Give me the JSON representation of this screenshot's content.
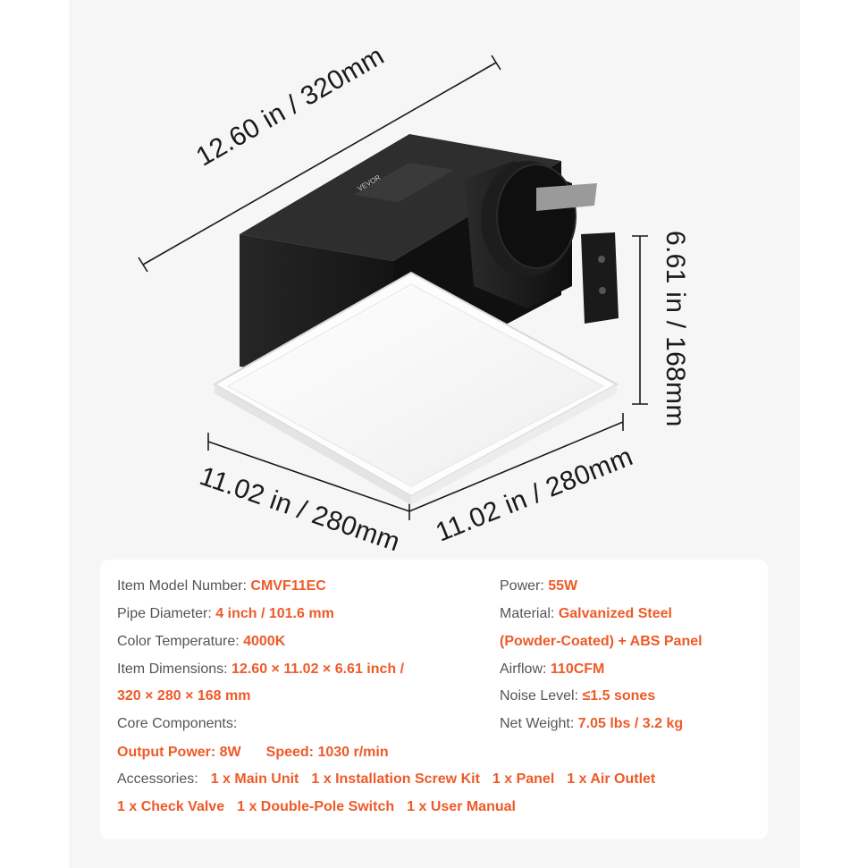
{
  "dimensions": {
    "length": "12.60 in / 320mm",
    "height": "6.61 in / 168mm",
    "width_left": "11.02 in / 280mm",
    "width_right": "11.02 in / 280mm"
  },
  "specs": {
    "model_label": "Item Model Number:",
    "model_value": "CMVF11EC",
    "pipe_label": "Pipe Diameter:",
    "pipe_value": "4 inch / 101.6 mm",
    "color_temp_label": "Color Temperature:",
    "color_temp_value": "4000K",
    "dimensions_label": "Item Dimensions:",
    "dimensions_value_1": "12.60 × 11.02 × 6.61 inch /",
    "dimensions_value_2": "320 × 280 × 168 mm",
    "core_label": "Core Components:",
    "output_power": "Output Power: 8W",
    "speed": "Speed: 1030 r/min",
    "accessories_label": "Accessories:",
    "accessories": [
      "1 x Main Unit",
      "1 x Installation Screw Kit",
      "1 x Panel",
      "1 x Air Outlet",
      "1 x Check Valve",
      "1 x Double-Pole Switch",
      "1 x User Manual"
    ],
    "power_label": "Power:",
    "power_value": "55W",
    "material_label": "Material:",
    "material_value_1": "Galvanized Steel",
    "material_value_2": "(Powder-Coated) + ABS Panel",
    "airflow_label": "Airflow:",
    "airflow_value": "110CFM",
    "noise_label": "Noise Level:",
    "noise_value": "≤1.5 sones",
    "weight_label": "Net Weight:",
    "weight_value": "7.05 lbs / 3.2 kg"
  },
  "colors": {
    "accent": "#ee5a28",
    "label": "#555555",
    "housing": "#1b1b1b",
    "panel": "#ffffff"
  },
  "product": {
    "brand_mark": "VEVOR"
  }
}
